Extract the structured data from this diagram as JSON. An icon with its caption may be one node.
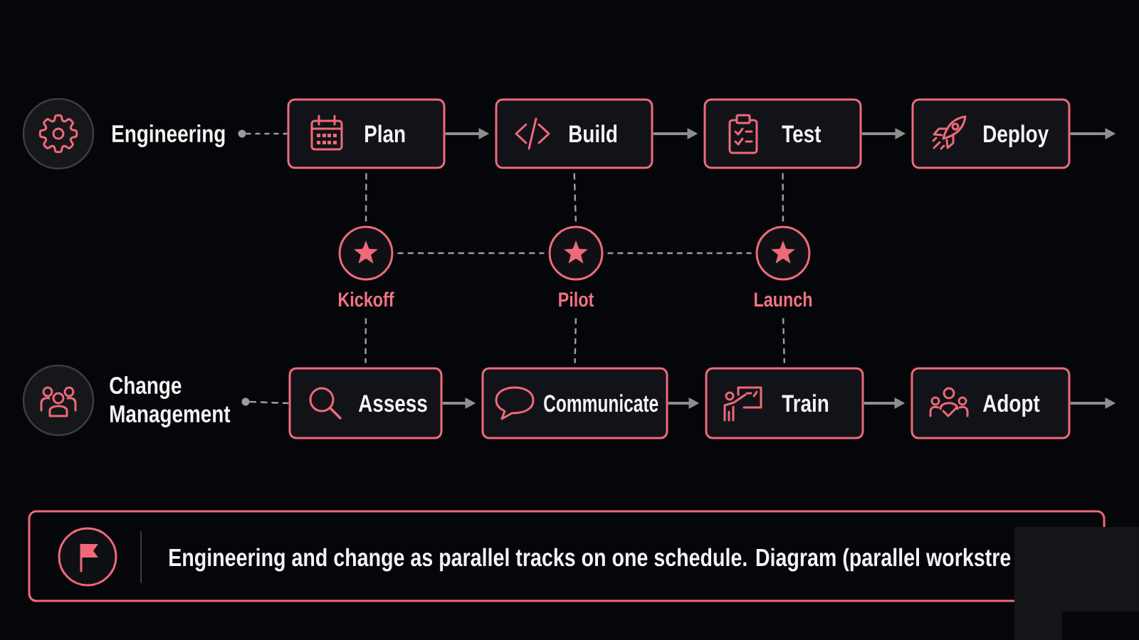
{
  "diagram": {
    "nodes": [
      {
        "text": [],
        "shape": "circle"
      },
      {
        "text": [
          "Plan"
        ]
      },
      {
        "text": [
          "Build"
        ]
      },
      {
        "text": [
          "Test"
        ]
      },
      {
        "text": [
          "Deploy"
        ]
      },
      {
        "text": [
          "Kickoff"
        ]
      },
      {
        "text": [
          "Pilot"
        ]
      },
      {
        "text": [
          "Launch"
        ]
      },
      {
        "text": [],
        "shape": "circle"
      },
      {
        "text": [
          "Assess"
        ]
      },
      {
        "text": [
          "Communicate"
        ]
      },
      {
        "text": [
          "Train"
        ]
      },
      {
        "text": [
          "Adopt"
        ]
      },
      {
        "text": [
          "Engineering and change as parallel tracks on one schedule. Diagram (parallel workstre"
        ]
      }
    ],
    "edges": [
      {
        "from": 0,
        "to": 1,
        "arrow": "none",
        "style": "dashed"
      },
      {
        "from": 1,
        "to": 2,
        "arrow": "to"
      },
      {
        "from": 2,
        "to": 3,
        "arrow": "to"
      },
      {
        "from": 3,
        "to": 4,
        "arrow": "to"
      },
      {
        "from": 4,
        "to": null,
        "arrow": "to"
      },
      {
        "from": 1,
        "to": 5,
        "arrow": "none",
        "style": "dashed"
      },
      {
        "from": 2,
        "to": 6,
        "arrow": "none",
        "style": "dashed"
      },
      {
        "from": 3,
        "to": 7,
        "arrow": "none",
        "style": "dashed"
      },
      {
        "from": 5,
        "to": 6,
        "arrow": "none",
        "style": "dashed"
      },
      {
        "from": 6,
        "to": 7,
        "arrow": "none",
        "style": "dashed"
      },
      {
        "from": 5,
        "to": 9,
        "arrow": "none",
        "style": "dashed"
      },
      {
        "from": 6,
        "to": 10,
        "arrow": "none",
        "style": "dashed"
      },
      {
        "from": 7,
        "to": 11,
        "arrow": "none",
        "style": "dashed"
      },
      {
        "from": 8,
        "to": 9,
        "arrow": "none",
        "style": "dashed"
      },
      {
        "from": 9,
        "to": 10,
        "arrow": "to"
      },
      {
        "from": 10,
        "to": 11,
        "arrow": "to"
      },
      {
        "from": 11,
        "to": 12,
        "arrow": "to"
      },
      {
        "from": 12,
        "to": null,
        "arrow": "to"
      }
    ],
    "labels": [
      "Engineering",
      "Change Management"
    ]
  }
}
